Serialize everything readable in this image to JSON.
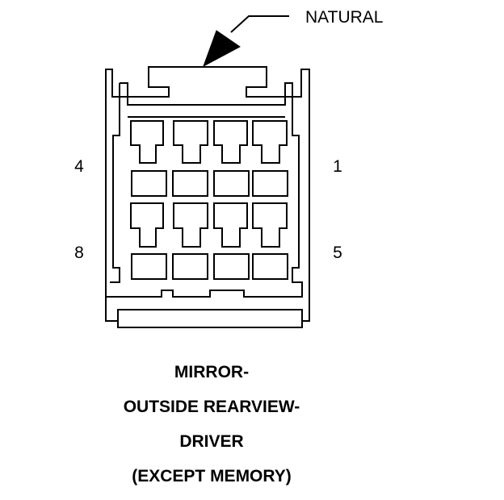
{
  "connector": {
    "color_label": "NATURAL",
    "pin_labels": {
      "top_left": "4",
      "top_right": "1",
      "bottom_left": "8",
      "bottom_right": "5"
    },
    "caption": {
      "line1": "MIRROR-",
      "line2": "OUTSIDE REARVIEW-",
      "line3": "DRIVER",
      "line4": "(EXCEPT MEMORY)"
    }
  }
}
